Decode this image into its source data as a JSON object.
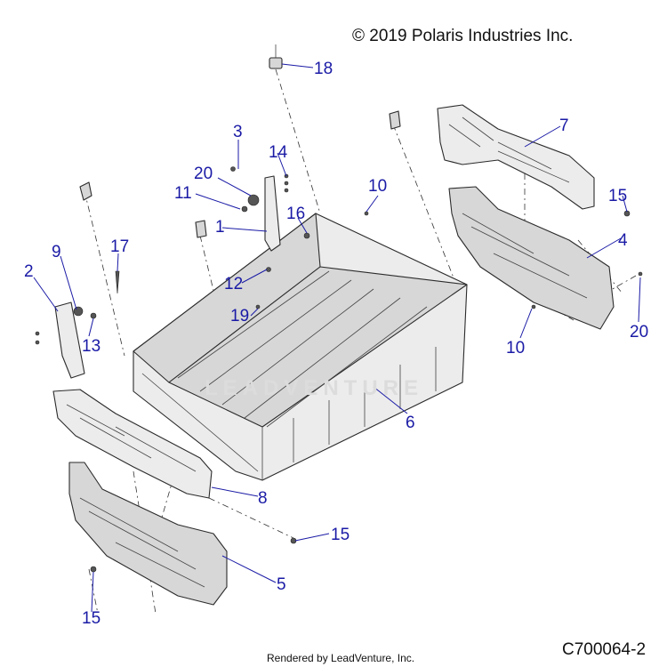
{
  "header": {
    "copyright": "© 2019 Polaris Industries Inc."
  },
  "footer": {
    "rendered_by": "Rendered by LeadVenture, Inc.",
    "diagram_code": "C700064-2"
  },
  "watermark": "LEADVENTURE",
  "callouts": [
    {
      "id": "c18",
      "label": "18"
    },
    {
      "id": "c7",
      "label": "7"
    },
    {
      "id": "c3",
      "label": "3"
    },
    {
      "id": "c14",
      "label": "14"
    },
    {
      "id": "c20a",
      "label": "20"
    },
    {
      "id": "c11",
      "label": "11"
    },
    {
      "id": "c10a",
      "label": "10"
    },
    {
      "id": "c15a",
      "label": "15"
    },
    {
      "id": "c1",
      "label": "1"
    },
    {
      "id": "c16",
      "label": "16"
    },
    {
      "id": "c4",
      "label": "4"
    },
    {
      "id": "c9",
      "label": "9"
    },
    {
      "id": "c17",
      "label": "17"
    },
    {
      "id": "c2",
      "label": "2"
    },
    {
      "id": "c12",
      "label": "12"
    },
    {
      "id": "c19",
      "label": "19"
    },
    {
      "id": "c13",
      "label": "13"
    },
    {
      "id": "c10b",
      "label": "10"
    },
    {
      "id": "c20b",
      "label": "20"
    },
    {
      "id": "c6",
      "label": "6"
    },
    {
      "id": "c8",
      "label": "8"
    },
    {
      "id": "c15b",
      "label": "15"
    },
    {
      "id": "c5",
      "label": "5"
    },
    {
      "id": "c15c",
      "label": "15"
    }
  ]
}
